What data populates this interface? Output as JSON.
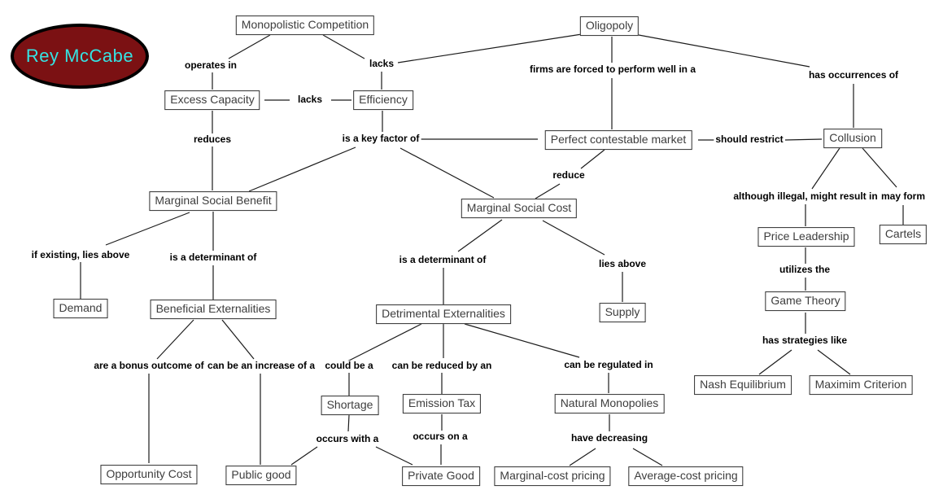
{
  "author": {
    "name": "Rey McCabe"
  },
  "palette": {
    "bubble_fill": "#7b1113",
    "bubble_text": "#35e3e3",
    "line_color": "#1c1c1c",
    "node_border": "#2e2e2e",
    "background": "#ffffff"
  },
  "concepts": {
    "monopolistic_competition": "Monopolistic Competition",
    "oligopoly": "Oligopoly",
    "excess_capacity": "Excess Capacity",
    "efficiency": "Efficiency",
    "perfect_contestable_market": "Perfect contestable market",
    "collusion": "Collusion",
    "marginal_social_benefit": "Marginal Social Benefit",
    "marginal_social_cost": "Marginal Social Cost",
    "price_leadership": "Price Leadership",
    "cartels": "Cartels",
    "demand": "Demand",
    "beneficial_externalities": "Beneficial Externalities",
    "detrimental_externalities": "Detrimental Externalities",
    "supply": "Supply",
    "game_theory": "Game Theory",
    "nash_equilibrium": "Nash Equilibrium",
    "maximim_criterion": "Maximim Criterion",
    "shortage": "Shortage",
    "emission_tax": "Emission Tax",
    "natural_monopolies": "Natural Monopolies",
    "opportunity_cost": "Opportunity Cost",
    "public_good": "Public good",
    "private_good": "Private Good",
    "marginal_cost_pricing": "Marginal-cost pricing",
    "average_cost_pricing": "Average-cost pricing"
  },
  "links": {
    "operates_in": "operates in",
    "lacks_top": "lacks",
    "lacks_mid": "lacks",
    "firms_forced": "firms are forced to perform well in a",
    "has_occurrences": "has occurrences of",
    "reduces": "reduces",
    "is_key_factor": "is a key factor of",
    "should_restrict": "should restrict",
    "reduce": "reduce",
    "although_illegal": "although illegal, might result in",
    "may_form": "may form",
    "if_existing": "if existing, lies above",
    "is_determinant_left": "is a determinant of",
    "is_determinant_center": "is a determinant of",
    "lies_above": "lies above",
    "utilizes_the": "utilizes the",
    "has_strategies": "has strategies like",
    "bonus_outcome": "are a bonus outcome of",
    "increase_of": "can be an increase of a",
    "could_be_a": "could be a",
    "reduced_by": "can be reduced by an",
    "regulated_in": "can be regulated in",
    "occurs_with": "occurs with a",
    "occurs_on": "occurs on a",
    "have_decreasing": "have decreasing"
  },
  "edges": [
    {
      "from": "Monopolistic Competition",
      "label": "operates in",
      "to": "Excess Capacity"
    },
    {
      "from": "Monopolistic Competition",
      "label": "lacks",
      "to": "Efficiency"
    },
    {
      "from": "Oligopoly",
      "label": "lacks",
      "to": "Efficiency"
    },
    {
      "from": "Excess Capacity",
      "label": "lacks",
      "to": "Efficiency"
    },
    {
      "from": "Oligopoly",
      "label": "firms are forced to perform well in a",
      "to": "Perfect contestable market"
    },
    {
      "from": "Oligopoly",
      "label": "has occurrences of",
      "to": "Collusion"
    },
    {
      "from": "Excess Capacity",
      "label": "reduces",
      "to": "Marginal Social Benefit"
    },
    {
      "from": "Efficiency",
      "label": "is a key factor of",
      "to": "Marginal Social Benefit"
    },
    {
      "from": "Efficiency",
      "label": "is a key factor of",
      "to": "Marginal Social Cost"
    },
    {
      "from": "Efficiency",
      "label": "is a key factor of",
      "to": "Perfect contestable market"
    },
    {
      "from": "Perfect contestable market",
      "label": "reduce",
      "to": "Marginal Social Cost"
    },
    {
      "from": "Perfect contestable market",
      "label": "should restrict",
      "to": "Collusion"
    },
    {
      "from": "Collusion",
      "label": "although illegal, might result in",
      "to": "Price Leadership"
    },
    {
      "from": "Collusion",
      "label": "may form",
      "to": "Cartels"
    },
    {
      "from": "Price Leadership",
      "label": "utilizes the",
      "to": "Game Theory"
    },
    {
      "from": "Game Theory",
      "label": "has strategies like",
      "to": "Nash Equilibrium"
    },
    {
      "from": "Game Theory",
      "label": "has strategies like",
      "to": "Maximim Criterion"
    },
    {
      "from": "Marginal Social Benefit",
      "label": "if existing, lies above",
      "to": "Demand"
    },
    {
      "from": "Marginal Social Benefit",
      "label": "is a determinant of",
      "to": "Beneficial Externalities"
    },
    {
      "from": "Marginal Social Cost",
      "label": "is a determinant of",
      "to": "Detrimental Externalities"
    },
    {
      "from": "Marginal Social Cost",
      "label": "lies above",
      "to": "Supply"
    },
    {
      "from": "Beneficial Externalities",
      "label": "are a bonus outcome of",
      "to": "Opportunity Cost"
    },
    {
      "from": "Beneficial Externalities",
      "label": "can be an increase of a",
      "to": "Public good"
    },
    {
      "from": "Detrimental Externalities",
      "label": "could be a",
      "to": "Shortage"
    },
    {
      "from": "Detrimental Externalities",
      "label": "can be reduced by an",
      "to": "Emission Tax"
    },
    {
      "from": "Detrimental Externalities",
      "label": "can be regulated in",
      "to": "Natural Monopolies"
    },
    {
      "from": "Shortage",
      "label": "occurs with a",
      "to": "Public good"
    },
    {
      "from": "Shortage",
      "label": "occurs with a",
      "to": "Private Good"
    },
    {
      "from": "Emission Tax",
      "label": "occurs on a",
      "to": "Private Good"
    },
    {
      "from": "Natural Monopolies",
      "label": "have decreasing",
      "to": "Marginal-cost pricing"
    },
    {
      "from": "Natural Monopolies",
      "label": "have decreasing",
      "to": "Average-cost pricing"
    }
  ]
}
